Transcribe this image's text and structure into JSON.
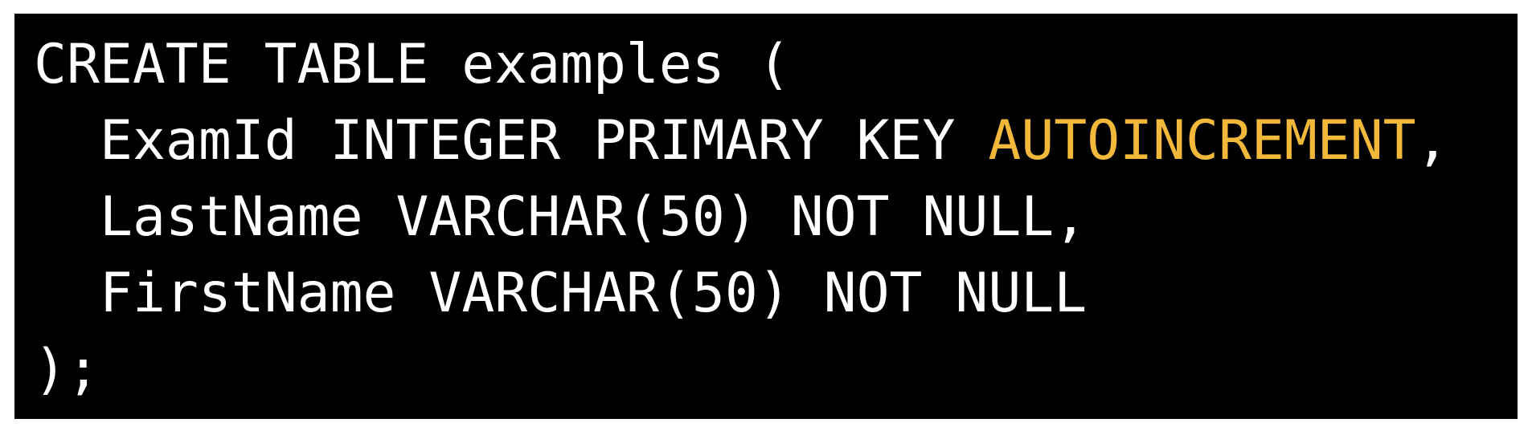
{
  "colors": {
    "background": "#000000",
    "text": "#ffffff",
    "highlight": "#f2b83a"
  },
  "code": {
    "line1": "CREATE TABLE examples (",
    "line2": {
      "before": "ExamId INTEGER PRIMARY KEY ",
      "highlight": "AUTOINCREMENT",
      "after": ","
    },
    "line3": "LastName VARCHAR(50) NOT NULL,",
    "line4": "FirstName VARCHAR(50) NOT NULL",
    "line5": ");"
  }
}
